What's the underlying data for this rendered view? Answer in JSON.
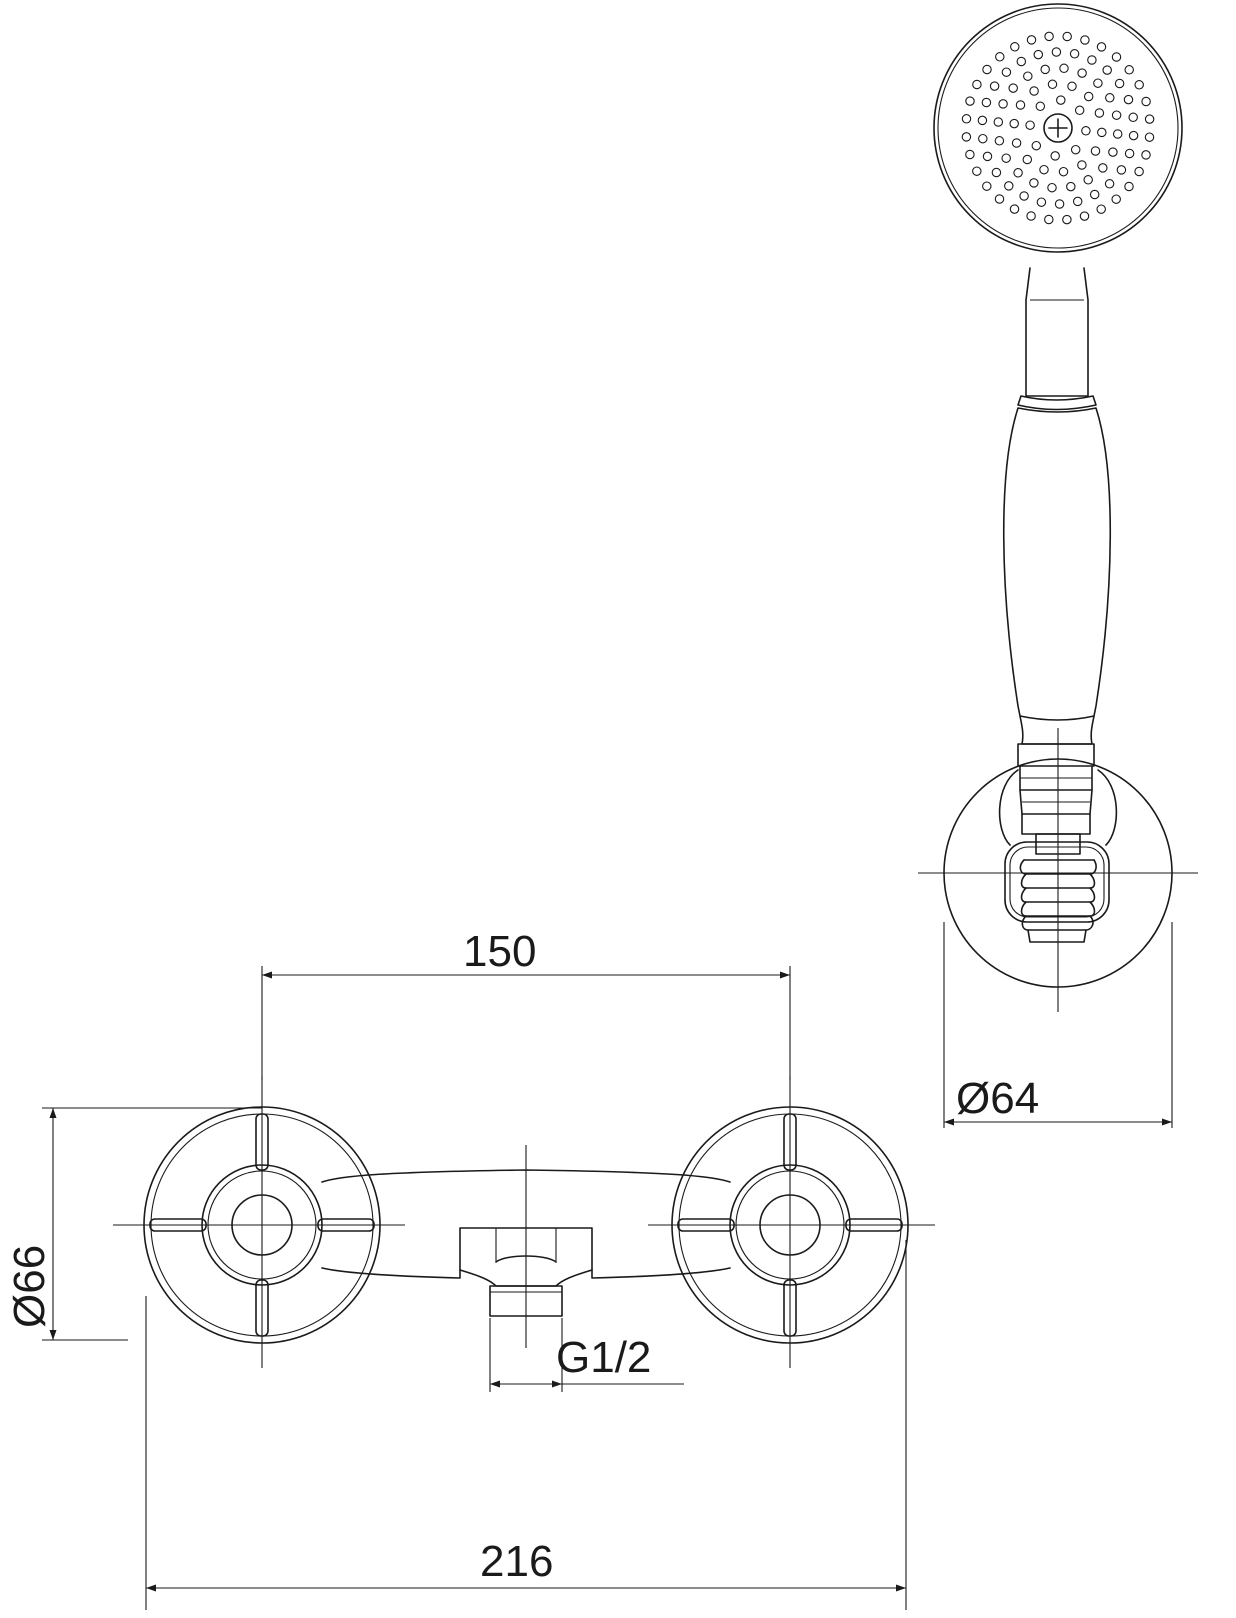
{
  "dimensions": {
    "centers_distance": "150",
    "overall_width": "216",
    "rosette_diameter": "Ø66",
    "hand_shower_diameter": "Ø64",
    "outlet_thread": "G1/2"
  }
}
